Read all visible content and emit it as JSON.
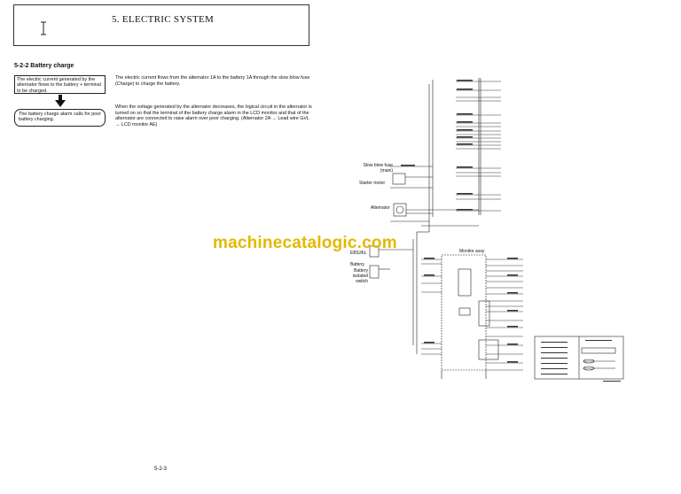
{
  "header": {
    "chapter_title": "5. ELECTRIC SYSTEM"
  },
  "section": {
    "title": "5-2-2  Battery charge"
  },
  "flow": {
    "box1": "The electric current generated by the alternator flows to the battery + terminal to be charged.",
    "box2": "The battery charge alarm calls for poor battery charging."
  },
  "body": {
    "p1": "The electric current flows from the alternator 1A to the battery 1A through the slow blow fuse (Charge) to charge the battery.",
    "p2": "When the voltage generated by the alternator decreases, the logical circuit in the alternator is turned on so that the terminal of the battery charge alarm in the LCD monitor and that of the alternator are connected to raise alarm over poor charging. (Alternator 2A → Lead wire Gr/L → LCD monitor AE)"
  },
  "diagram": {
    "labels": {
      "slow_blow_fuse": "Slow blow fuse (main)",
      "starter_motor": "Starter motor",
      "alternator": "Alternator",
      "battery": "Battery",
      "battery_isolated_switch": "Battery isolated switch",
      "monitor_assy": "Monitor assy",
      "ebs": "EBS36L"
    }
  },
  "page_number": "5-2-3",
  "watermark": "machinecatalogic.com"
}
